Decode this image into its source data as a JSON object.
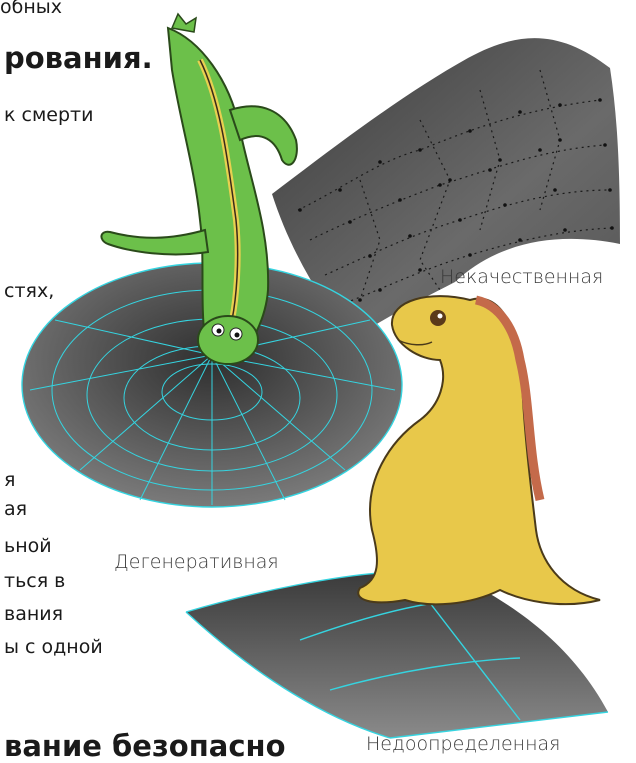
{
  "left_column": {
    "line1": "обных",
    "heading": "рования.",
    "line2": "к смерти",
    "line3": "стях,",
    "para": [
      "я",
      "ая",
      "ьной",
      "ться в",
      "вания",
      "ы с одной"
    ],
    "bottom_heading": "вание безопасно"
  },
  "captions": {
    "poor_quality": "Некачественная",
    "degenerate": "Дегенеративная",
    "underdetermined": "Недоопределенная"
  },
  "colors": {
    "surface": "#5a5a5a",
    "mesh_cyan": "#35d4e0",
    "green_dino": "#6cc04a",
    "yellow_dino": "#e8c84a",
    "dino_crest": "#c46a4a"
  }
}
